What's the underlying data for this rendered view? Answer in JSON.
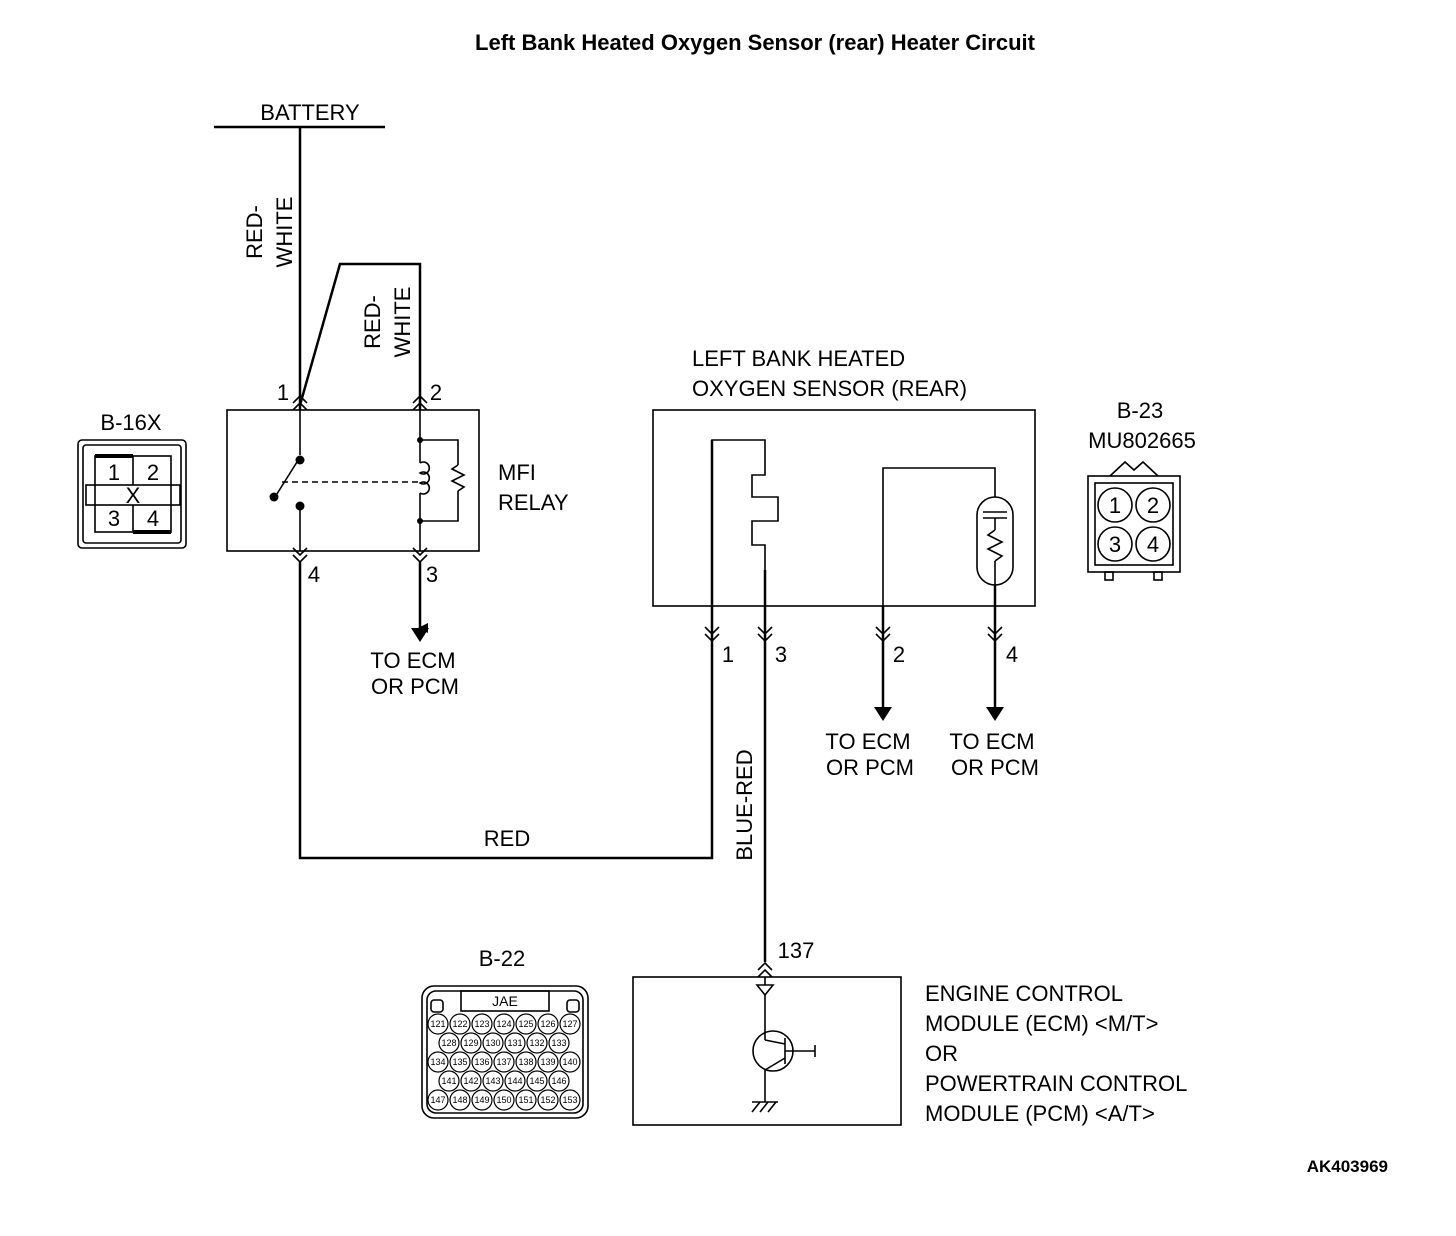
{
  "title": "Left Bank Heated Oxygen Sensor (rear) Heater Circuit",
  "figure_code": "AK403969",
  "battery": {
    "label": "BATTERY"
  },
  "wires": {
    "battery_to_relay": [
      "RED-",
      "WHITE"
    ],
    "relay_pin2": [
      "RED-",
      "WHITE"
    ],
    "relay_to_sensor": "RED",
    "sensor_to_ecm": "BLUE-RED"
  },
  "relay": {
    "label_lines": [
      "MFI",
      "RELAY"
    ],
    "connector_id": "B-16X",
    "pins": [
      "1",
      "2",
      "3",
      "4"
    ],
    "connector_pins": [
      "1",
      "2",
      "3",
      "4"
    ],
    "connector_mark": "X"
  },
  "relay_pin3_dest": [
    "TO ECM",
    "OR PCM"
  ],
  "sensor": {
    "label_lines": [
      "LEFT BANK HEATED",
      "OXYGEN SENSOR (REAR)"
    ],
    "connector_id": "B-23",
    "part_number": "MU802665",
    "pins": [
      "1",
      "3",
      "2",
      "4"
    ],
    "connector_pins": [
      "1",
      "2",
      "3",
      "4"
    ],
    "dest_pin2": [
      "TO ECM",
      "OR PCM"
    ],
    "dest_pin4": [
      "TO ECM",
      "OR PCM"
    ]
  },
  "ecm": {
    "pin": "137",
    "label_lines": [
      "ENGINE CONTROL",
      "MODULE (ECM) <M/T>",
      "OR",
      "POWERTRAIN CONTROL",
      "MODULE (PCM) <A/T>"
    ],
    "connector_id": "B-22",
    "connector_brand": "JAE",
    "connector_rows": [
      [
        "121",
        "122",
        "123",
        "124",
        "125",
        "126",
        "127"
      ],
      [
        "128",
        "129",
        "130",
        "131",
        "132",
        "133"
      ],
      [
        "134",
        "135",
        "136",
        "137",
        "138",
        "139",
        "140"
      ],
      [
        "141",
        "142",
        "143",
        "144",
        "145",
        "146"
      ],
      [
        "147",
        "148",
        "149",
        "150",
        "151",
        "152",
        "153"
      ]
    ]
  }
}
